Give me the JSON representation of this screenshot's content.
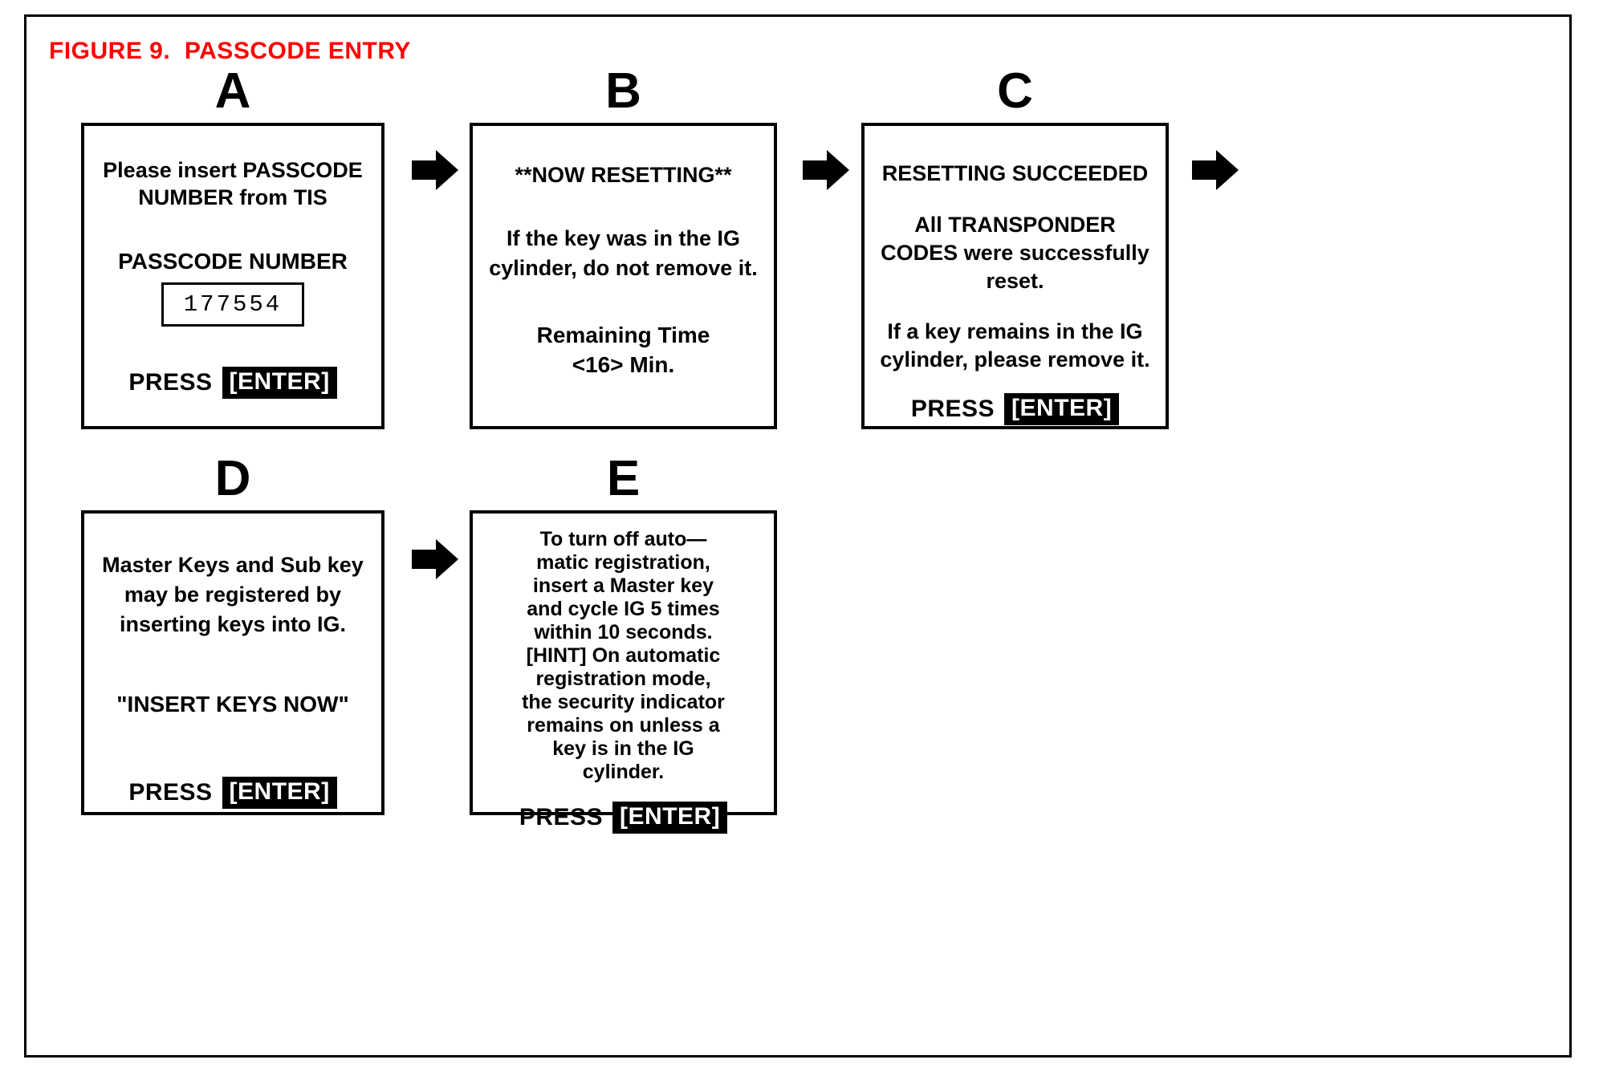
{
  "figure": {
    "title": "FIGURE 9.  PASSCODE ENTRY",
    "title_color": "#ff0000",
    "border_color": "#000000"
  },
  "icons": {
    "arrow_right": "arrow-right-icon"
  },
  "panels": [
    {
      "id": "A",
      "letter": "A",
      "lines": [
        "Please insert PASSCODE\nNUMBER from TIS",
        "PASSCODE NUMBER"
      ],
      "field": {
        "label": "PASSCODE NUMBER",
        "value": "177554"
      },
      "footer": {
        "press_label": "PRESS",
        "key_label": "[ENTER]"
      }
    },
    {
      "id": "B",
      "letter": "B",
      "heading": "**NOW RESETTING**",
      "body": "If the key was in the IG\ncylinder, do not remove it.",
      "timer_label": "Remaining Time",
      "timer_value": "<16> Min.",
      "footer": null
    },
    {
      "id": "C",
      "letter": "C",
      "heading": "RESETTING SUCCEEDED",
      "body": "All TRANSPONDER\nCODES were successfully\nreset.",
      "body2": "If a key remains in the IG\ncylinder, please remove it.",
      "footer": {
        "press_label": "PRESS",
        "key_label": "[ENTER]"
      }
    },
    {
      "id": "D",
      "letter": "D",
      "body": "Master Keys and Sub key\nmay be registered by\ninserting keys into IG.",
      "prompt": "\"INSERT KEYS NOW\"",
      "footer": {
        "press_label": "PRESS",
        "key_label": "[ENTER]"
      }
    },
    {
      "id": "E",
      "letter": "E",
      "body": "To turn off auto—\nmatic registration,\ninsert a Master key\nand cycle IG 5 times\nwithin 10 seconds.\n[HINT] On automatic\nregistration mode,\nthe security indicator\nremains on unless a\nkey is in the IG\ncylinder.",
      "footer": {
        "press_label": "PRESS",
        "key_label": "[ENTER]"
      }
    }
  ]
}
